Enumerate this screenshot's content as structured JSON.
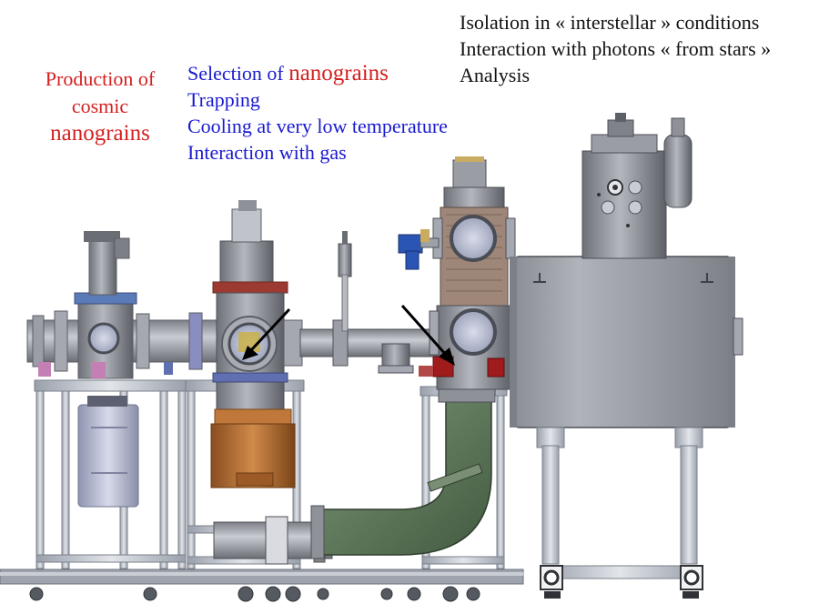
{
  "production": {
    "line1": "Production of",
    "line2": "cosmic",
    "line3": "nanograins"
  },
  "selection": {
    "line1_prefix": "Selection of ",
    "line1_highlight": "nanograins",
    "line2": "Trapping",
    "line3": "Cooling at very low temperature",
    "line4": "Interaction with gas"
  },
  "isolation": {
    "line1": "Isolation in « interstellar » conditions",
    "line2": "Interaction with photons « from stars »",
    "line3": "Analysis"
  },
  "colors": {
    "production_text": "#d42020",
    "selection_text": "#1a1ad0",
    "isolation_text": "#111111",
    "frame": "#b8bcc6",
    "chamber": "#8d9097",
    "copper": "#c0773a",
    "pipe": "#5f7a5a",
    "red_block": "#a01c1c"
  }
}
